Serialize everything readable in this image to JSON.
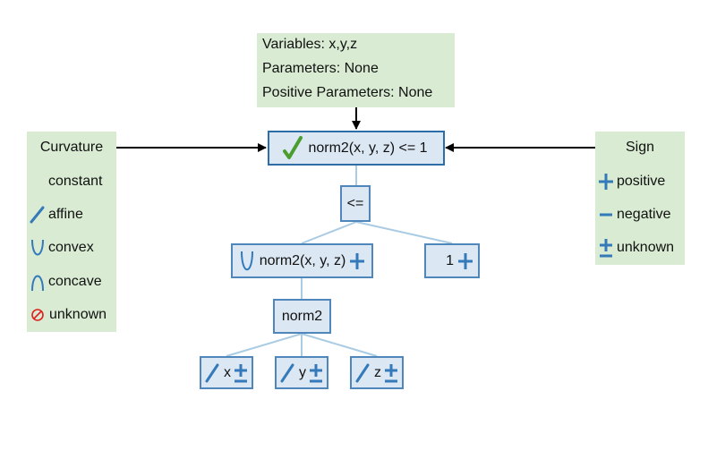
{
  "info": {
    "variables": "Variables: x,y,z",
    "parameters": "Parameters: None",
    "positive_parameters": "Positive Parameters: None"
  },
  "curvature_legend": {
    "title": "Curvature",
    "items": [
      "constant",
      "affine",
      "convex",
      "concave",
      "unknown"
    ]
  },
  "sign_legend": {
    "title": "Sign",
    "items": [
      "positive",
      "negative",
      "unknown"
    ]
  },
  "tree": {
    "root": {
      "label": "norm2(x, y, z) <= 1",
      "status_icon": "check-icon"
    },
    "op": {
      "label": "<="
    },
    "left": {
      "label": "norm2(x, y, z)",
      "curvature_icon": "convex-icon",
      "sign_icon": "positive-icon"
    },
    "right": {
      "label": "1",
      "sign_icon": "positive-icon"
    },
    "fn": {
      "label": "norm2"
    },
    "leaves": [
      {
        "label": "x",
        "curvature_icon": "affine-icon",
        "sign_icon": "unknown-sign-icon"
      },
      {
        "label": "y",
        "curvature_icon": "affine-icon",
        "sign_icon": "unknown-sign-icon"
      },
      {
        "label": "z",
        "curvature_icon": "affine-icon",
        "sign_icon": "unknown-sign-icon"
      }
    ]
  },
  "colors": {
    "panel": "#d9ecd3",
    "node_fill": "#dbe8f4",
    "node_border": "#4f86bb",
    "icon_blue": "#3479b9",
    "edge": "#a9cbe3",
    "check": "#4a9e2f",
    "unknown_red": "#e02020"
  }
}
